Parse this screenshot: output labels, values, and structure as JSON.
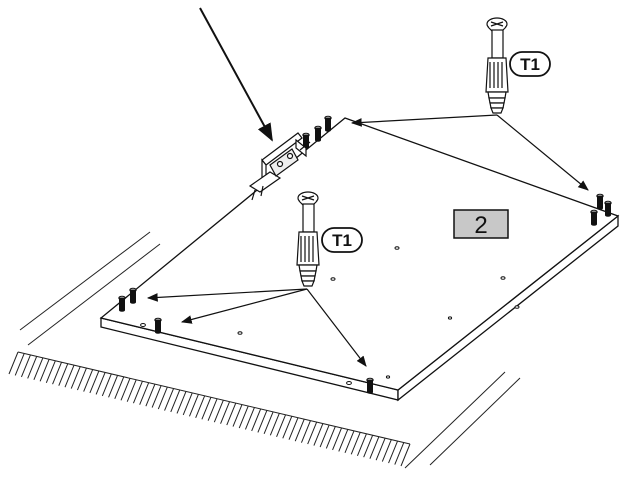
{
  "step_number": "2",
  "step_box_color": "#c8c8c8",
  "part_labels": {
    "top_right": "T1",
    "center": "T1"
  },
  "ink_color": "#111111",
  "icons": [
    "screw-icon",
    "dowel-icon",
    "hinge-bracket-icon",
    "cam-bolt-icon"
  ]
}
